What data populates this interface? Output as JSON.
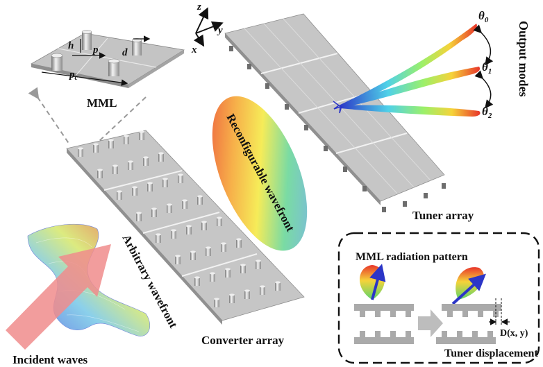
{
  "labels": {
    "mml": "MML",
    "tuner_array": "Tuner array",
    "converter_array": "Converter array",
    "incident_waves": "Incident waves",
    "arbitrary_wavefront": "Arbitrary wavefront",
    "reconfigurable_wavefront": "Reconfigurable wavefront",
    "output_modes": "Output modes",
    "mml_radiation_pattern": "MML radiation pattern",
    "tuner_displacement": "Tuner displacement",
    "displacement_symbol": "D(x, y)"
  },
  "axes": {
    "z": "z",
    "y": "y",
    "x": "x"
  },
  "mml_dims": {
    "h": "h",
    "p": "p",
    "d": "d",
    "pc": "p",
    "pc_sub": "c"
  },
  "angles": [
    {
      "symbol": "θ",
      "sub": "0"
    },
    {
      "symbol": "θ",
      "sub": "1"
    },
    {
      "symbol": "θ",
      "sub": "2"
    }
  ],
  "colors": {
    "plate": "#b9b9b9",
    "beam_red": "#e8352a",
    "beam_blue": "#2b35c7",
    "arrow_incident": "#f08c8c",
    "dashed_box": "#111111"
  }
}
